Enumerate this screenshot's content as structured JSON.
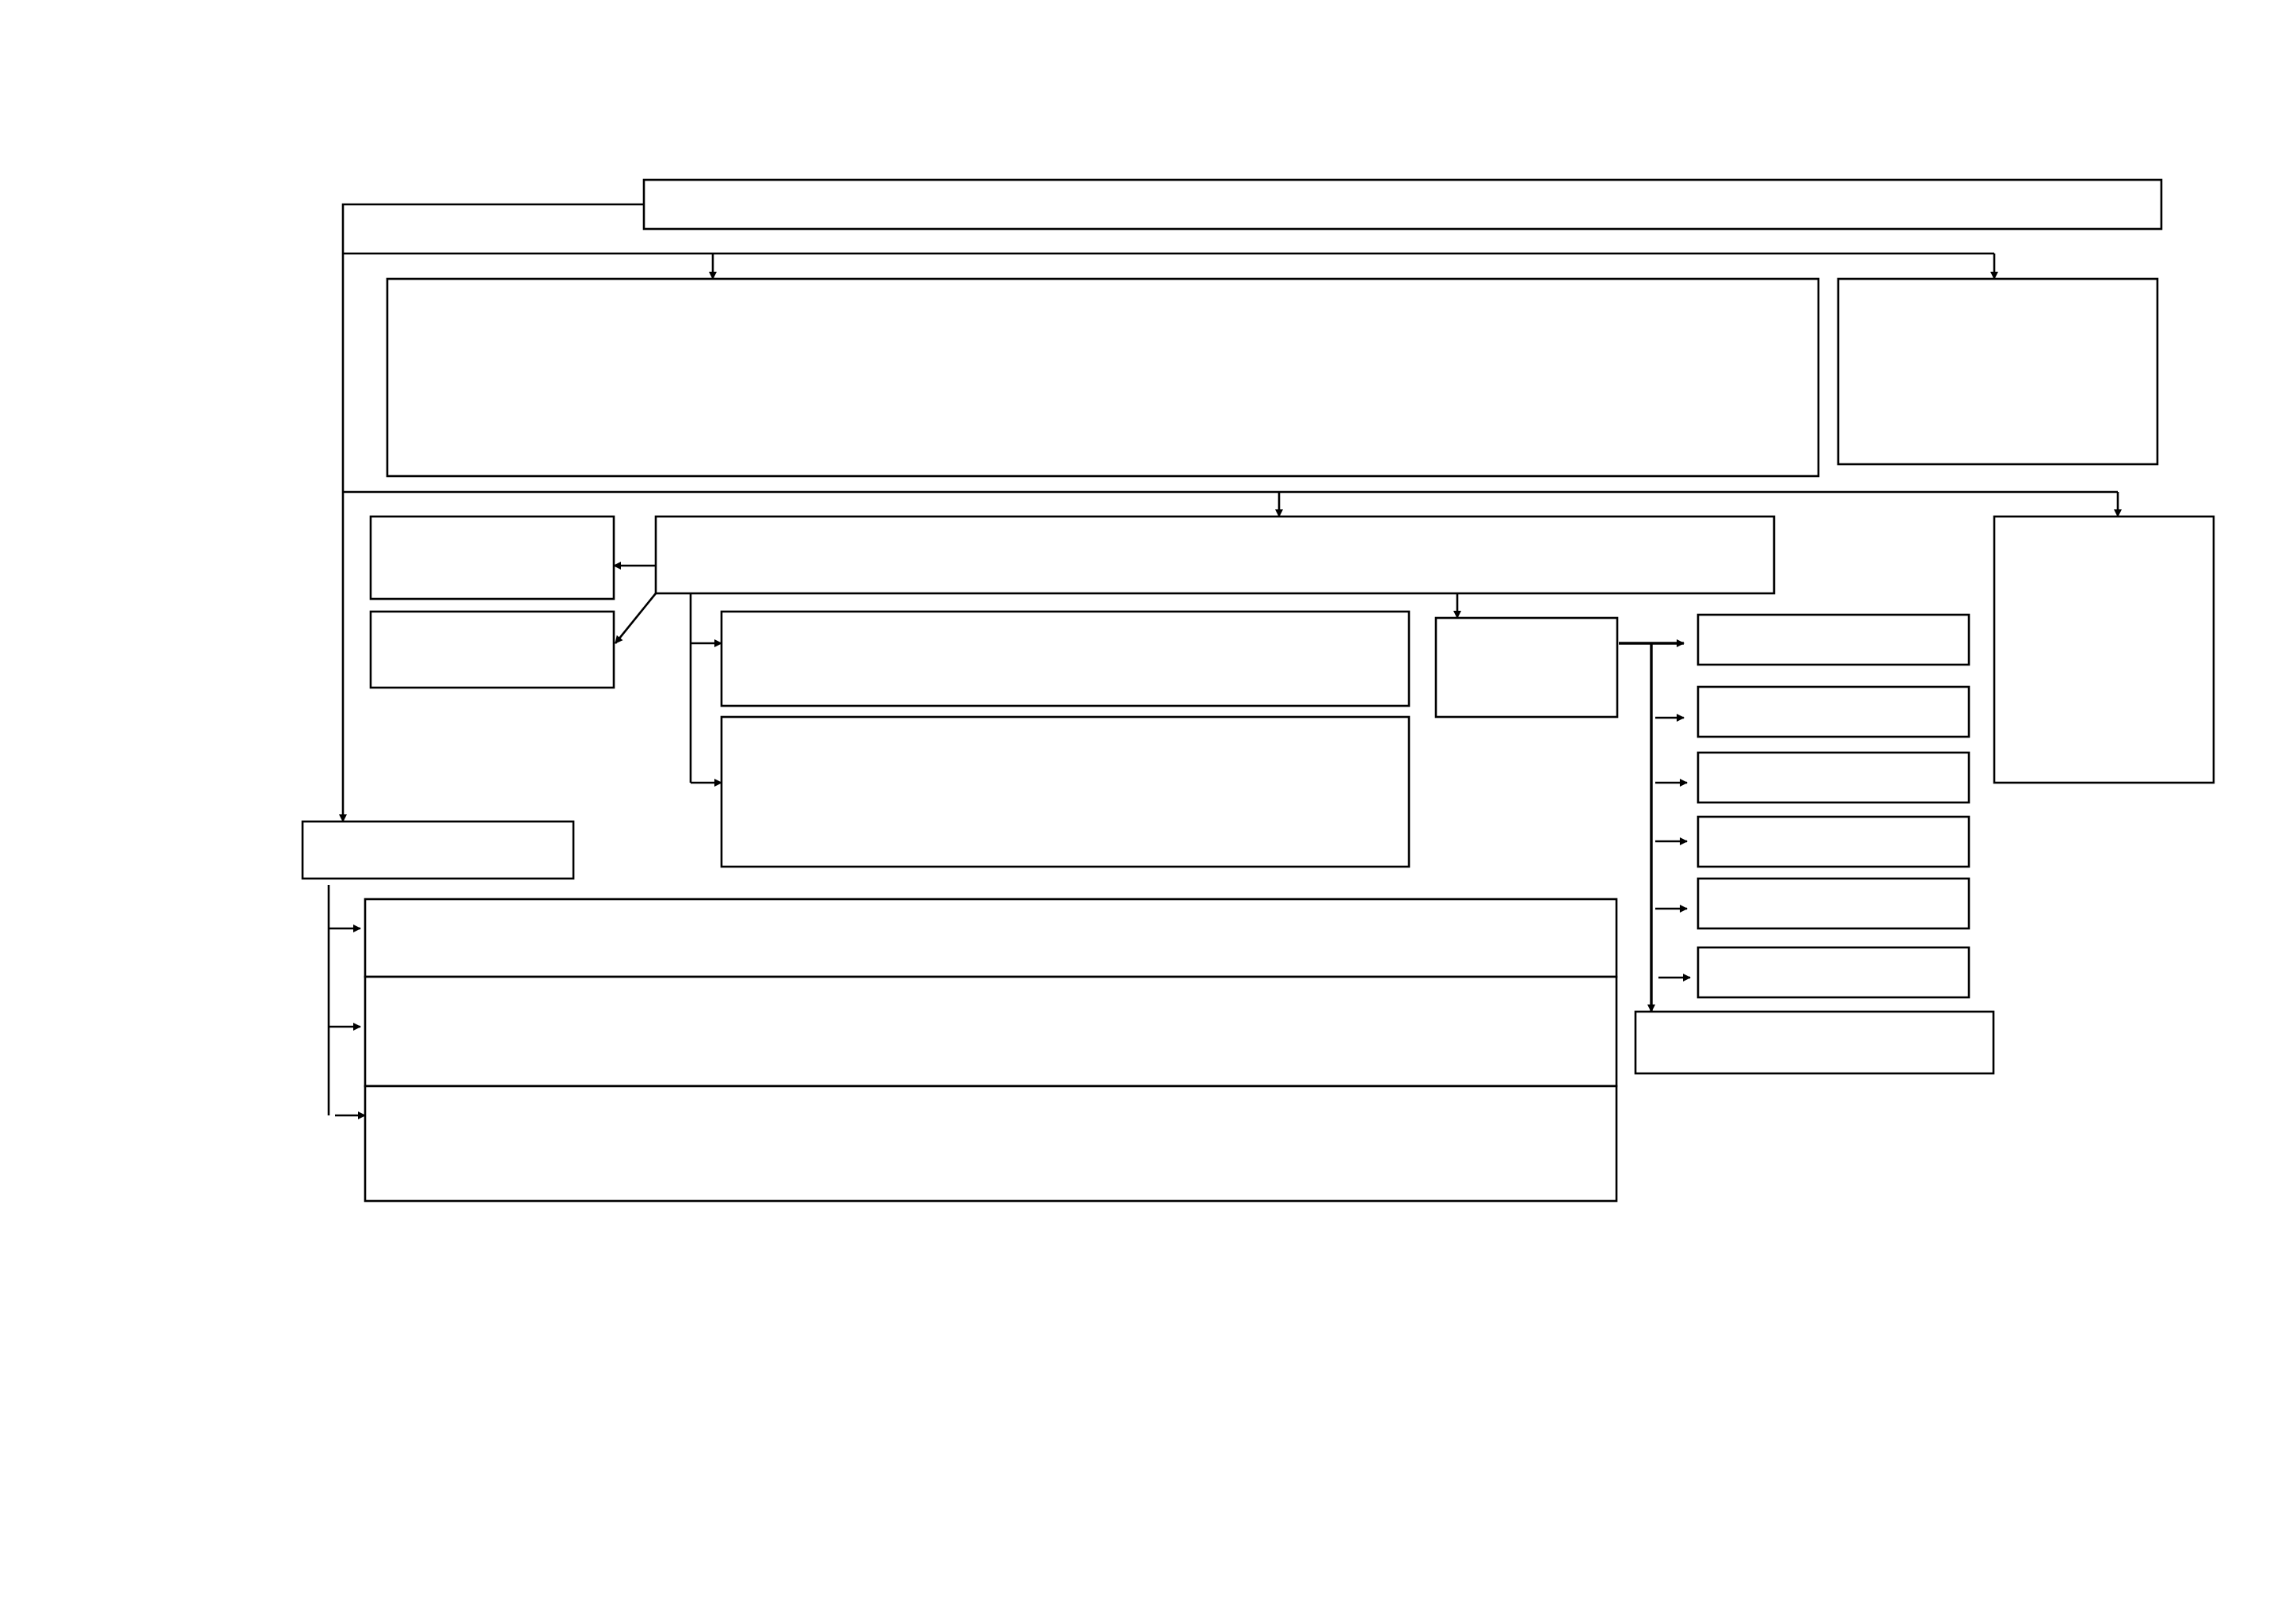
{
  "colors": {
    "background": "#ffffff",
    "stroke": "#000000"
  },
  "nodes": [
    {
      "id": "top-banner",
      "text": ""
    },
    {
      "id": "main-wide",
      "text": ""
    },
    {
      "id": "main-right",
      "text": ""
    },
    {
      "id": "mid-center",
      "text": ""
    },
    {
      "id": "mid-right-tall",
      "text": ""
    },
    {
      "id": "left-small-1",
      "text": ""
    },
    {
      "id": "left-small-2",
      "text": ""
    },
    {
      "id": "center-box-1",
      "text": ""
    },
    {
      "id": "center-box-2",
      "text": ""
    },
    {
      "id": "small-hub",
      "text": ""
    },
    {
      "id": "list-item-1",
      "text": ""
    },
    {
      "id": "list-item-2",
      "text": ""
    },
    {
      "id": "list-item-3",
      "text": ""
    },
    {
      "id": "list-item-4",
      "text": ""
    },
    {
      "id": "list-item-5",
      "text": ""
    },
    {
      "id": "list-item-6",
      "text": ""
    },
    {
      "id": "bottom-right-box",
      "text": ""
    },
    {
      "id": "left-label-box",
      "text": ""
    },
    {
      "id": "bottom-row-1",
      "text": ""
    },
    {
      "id": "bottom-row-2",
      "text": ""
    },
    {
      "id": "bottom-row-3",
      "text": ""
    }
  ]
}
